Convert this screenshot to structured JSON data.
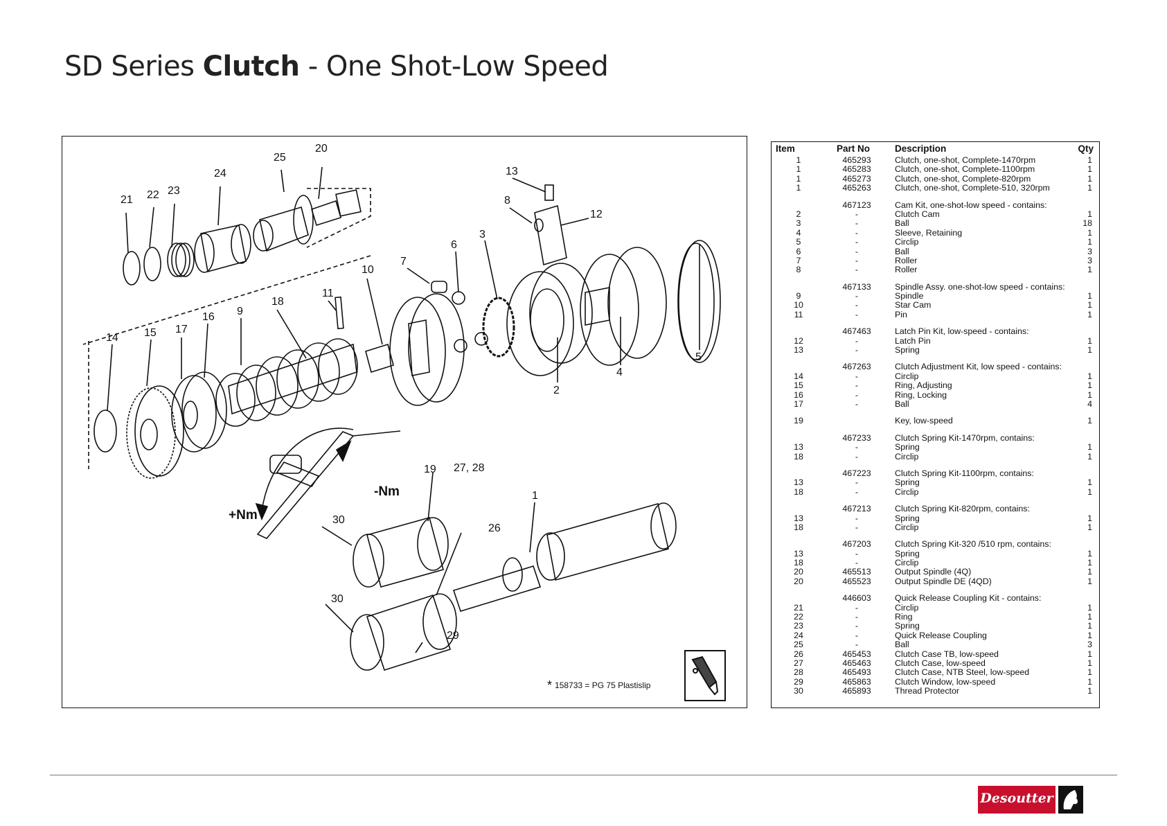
{
  "title": {
    "prefix": "SD Series ",
    "bold": "Clutch",
    "suffix": " - One Shot-Low Speed"
  },
  "drawing": {
    "callouts": [
      "25",
      "20",
      "24",
      "23",
      "22",
      "21",
      "13",
      "8",
      "12",
      "6",
      "3",
      "7",
      "10",
      "11",
      "18",
      "9",
      "16",
      "17",
      "15",
      "14",
      "5",
      "4",
      "2",
      "19",
      "27, 28",
      "1",
      "30",
      "26",
      "30",
      "29"
    ],
    "torque_minus": "-Nm",
    "torque_plus": "+Nm",
    "note": "158733 = PG 75 Plastislip",
    "note_symbol": "*"
  },
  "parts_list": {
    "headers": {
      "item": "Item",
      "part_no": "Part No",
      "description": "Description",
      "qty": "Qty"
    },
    "rows": [
      {
        "item": "1",
        "part": "465293",
        "desc": "Clutch, one-shot,  Complete-1470rpm",
        "qty": "1"
      },
      {
        "item": "1",
        "part": "465283",
        "desc": "Clutch, one-shot,  Complete-1100rpm",
        "qty": "1"
      },
      {
        "item": "1",
        "part": "465273",
        "desc": "Clutch, one-shot,  Complete-820rpm",
        "qty": "1"
      },
      {
        "item": "1",
        "part": "465263",
        "desc": "Clutch, one-shot,  Complete-510, 320rpm",
        "qty": "1"
      },
      {
        "gap": true
      },
      {
        "item": "",
        "part": "467123",
        "desc": "Cam Kit, one-shot-low speed - contains:",
        "qty": ""
      },
      {
        "item": "2",
        "part": "-",
        "desc": "Clutch Cam",
        "qty": "1"
      },
      {
        "item": "3",
        "part": "-",
        "desc": "Ball",
        "qty": "18"
      },
      {
        "item": "4",
        "part": "-",
        "desc": "Sleeve, Retaining",
        "qty": "1"
      },
      {
        "item": "5",
        "part": "-",
        "desc": "Circlip",
        "qty": "1"
      },
      {
        "item": "6",
        "part": "-",
        "desc": "Ball",
        "qty": "3"
      },
      {
        "item": "7",
        "part": "-",
        "desc": "Roller",
        "qty": "3"
      },
      {
        "item": "8",
        "part": "-",
        "desc": "Roller",
        "qty": "1"
      },
      {
        "gap": true
      },
      {
        "item": "",
        "part": "467133",
        "desc": "Spindle Assy. one-shot-low speed - contains:",
        "qty": ""
      },
      {
        "item": "9",
        "part": "-",
        "desc": "Spindle",
        "qty": "1"
      },
      {
        "item": "10",
        "part": "-",
        "desc": "Star Cam",
        "qty": "1"
      },
      {
        "item": "11",
        "part": "-",
        "desc": "Pin",
        "qty": "1"
      },
      {
        "gap": true
      },
      {
        "item": "",
        "part": "467463",
        "desc": "Latch Pin Kit, low-speed - contains:",
        "qty": ""
      },
      {
        "item": "12",
        "part": "-",
        "desc": "Latch Pin",
        "qty": "1"
      },
      {
        "item": "13",
        "part": "-",
        "desc": "Spring",
        "qty": "1"
      },
      {
        "gap": true
      },
      {
        "item": "",
        "part": "467263",
        "desc": "Clutch Adjustment Kit, low speed - contains:",
        "qty": ""
      },
      {
        "item": "14",
        "part": "-",
        "desc": "Circlip",
        "qty": "1"
      },
      {
        "item": "15",
        "part": "-",
        "desc": "Ring, Adjusting",
        "qty": "1"
      },
      {
        "item": "16",
        "part": "-",
        "desc": "Ring, Locking",
        "qty": "1"
      },
      {
        "item": "17",
        "part": "-",
        "desc": "Ball",
        "qty": "4"
      },
      {
        "gap": true
      },
      {
        "item": "19",
        "part": "",
        "desc": "Key, low-speed",
        "qty": "1"
      },
      {
        "gap": true
      },
      {
        "item": "",
        "part": "467233",
        "desc": "Clutch Spring Kit-1470rpm, contains:",
        "qty": ""
      },
      {
        "item": "13",
        "part": "-",
        "desc": "Spring",
        "qty": "1"
      },
      {
        "item": "18",
        "part": "-",
        "desc": "Circlip",
        "qty": "1"
      },
      {
        "gap": true
      },
      {
        "item": "",
        "part": "467223",
        "desc": "Clutch Spring Kit-1100rpm, contains:",
        "qty": ""
      },
      {
        "item": "13",
        "part": "-",
        "desc": "Spring",
        "qty": "1"
      },
      {
        "item": "18",
        "part": "-",
        "desc": "Circlip",
        "qty": "1"
      },
      {
        "gap": true
      },
      {
        "item": "",
        "part": "467213",
        "desc": "Clutch Spring Kit-820rpm, contains:",
        "qty": ""
      },
      {
        "item": "13",
        "part": "-",
        "desc": "Spring",
        "qty": "1"
      },
      {
        "item": "18",
        "part": "-",
        "desc": "Circlip",
        "qty": "1"
      },
      {
        "gap": true
      },
      {
        "item": "",
        "part": "467203",
        "desc": "Clutch Spring Kit-320 /510 rpm, contains:",
        "qty": ""
      },
      {
        "item": "13",
        "part": "-",
        "desc": "Spring",
        "qty": "1"
      },
      {
        "item": "18",
        "part": "-",
        "desc": "Circlip",
        "qty": "1"
      },
      {
        "item": "20",
        "part": "465513",
        "desc": "Output Spindle (4Q)",
        "qty": "1"
      },
      {
        "item": "20",
        "part": "465523",
        "desc": "Output Spindle DE (4QD)",
        "qty": "1"
      },
      {
        "gap": true
      },
      {
        "item": "",
        "part": "446603",
        "desc": "Quick Release Coupling Kit - contains:",
        "qty": ""
      },
      {
        "item": "21",
        "part": "-",
        "desc": "Circlip",
        "qty": "1"
      },
      {
        "item": "22",
        "part": "-",
        "desc": "Ring",
        "qty": "1"
      },
      {
        "item": "23",
        "part": "-",
        "desc": "Spring",
        "qty": "1"
      },
      {
        "item": "24",
        "part": "-",
        "desc": "Quick Release Coupling",
        "qty": "1"
      },
      {
        "item": "25",
        "part": "-",
        "desc": "Ball",
        "qty": "3"
      },
      {
        "item": "26",
        "part": "465453",
        "desc": "Clutch Case TB, low-speed",
        "qty": "1"
      },
      {
        "item": "27",
        "part": "465463",
        "desc": "Clutch Case, low-speed",
        "qty": "1"
      },
      {
        "item": "28",
        "part": "465493",
        "desc": "Clutch Case, NTB Steel, low-speed",
        "qty": "1"
      },
      {
        "item": "29",
        "part": "465863",
        "desc": "Clutch Window, low-speed",
        "qty": "1"
      },
      {
        "item": "30",
        "part": "465893",
        "desc": "Thread Protector",
        "qty": "1"
      }
    ]
  },
  "brand": {
    "name": "Desoutter",
    "color": "#c8102e"
  }
}
